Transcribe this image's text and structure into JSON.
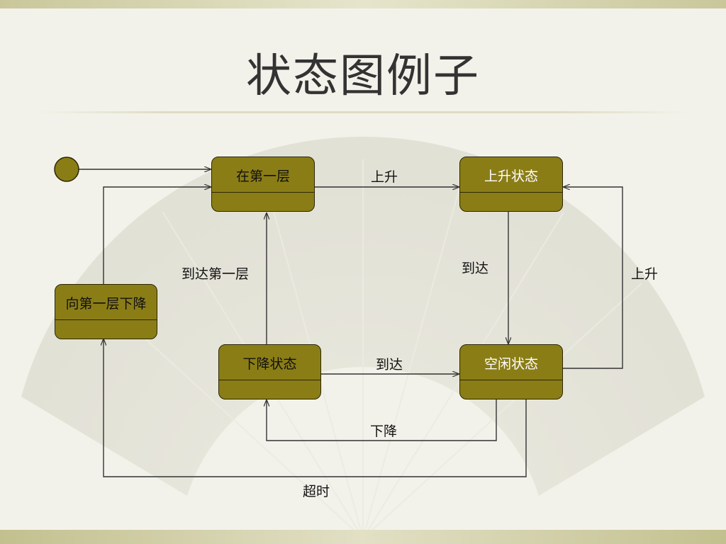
{
  "slide": {
    "title": "状态图例子"
  },
  "states": {
    "first_floor": "在第一层",
    "rising": "上升状态",
    "descend_to_first": "向第一层下降",
    "descending": "下降状态",
    "idle": "空闲状态"
  },
  "transitions": {
    "first_to_rising": "上升",
    "rising_to_idle": "到达",
    "descending_to_first": "到达第一层",
    "idle_to_rising": "上升",
    "descending_to_idle": "到达",
    "idle_to_descending": "下降",
    "idle_timeout": "超时"
  },
  "colors": {
    "state_fill": "#8b7d16",
    "line": "#333333"
  }
}
